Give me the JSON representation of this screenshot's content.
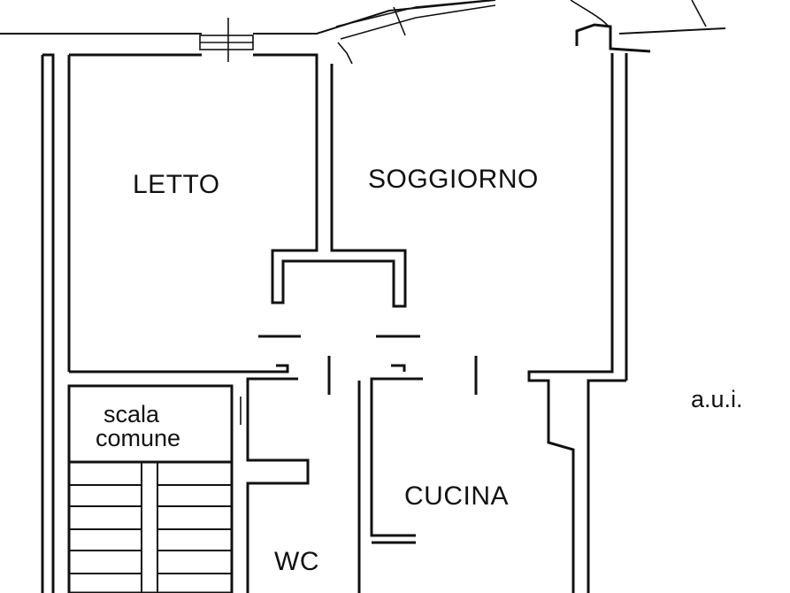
{
  "rooms": {
    "letto": "LETTO",
    "soggiorno": "SOGGIORNO",
    "cucina": "CUCINA",
    "wc": "WC",
    "scala": [
      "scala",
      "comune"
    ]
  },
  "notes": {
    "aui": "a.u.i."
  },
  "colors": {
    "line": "#111111",
    "background": "#ffffff"
  }
}
